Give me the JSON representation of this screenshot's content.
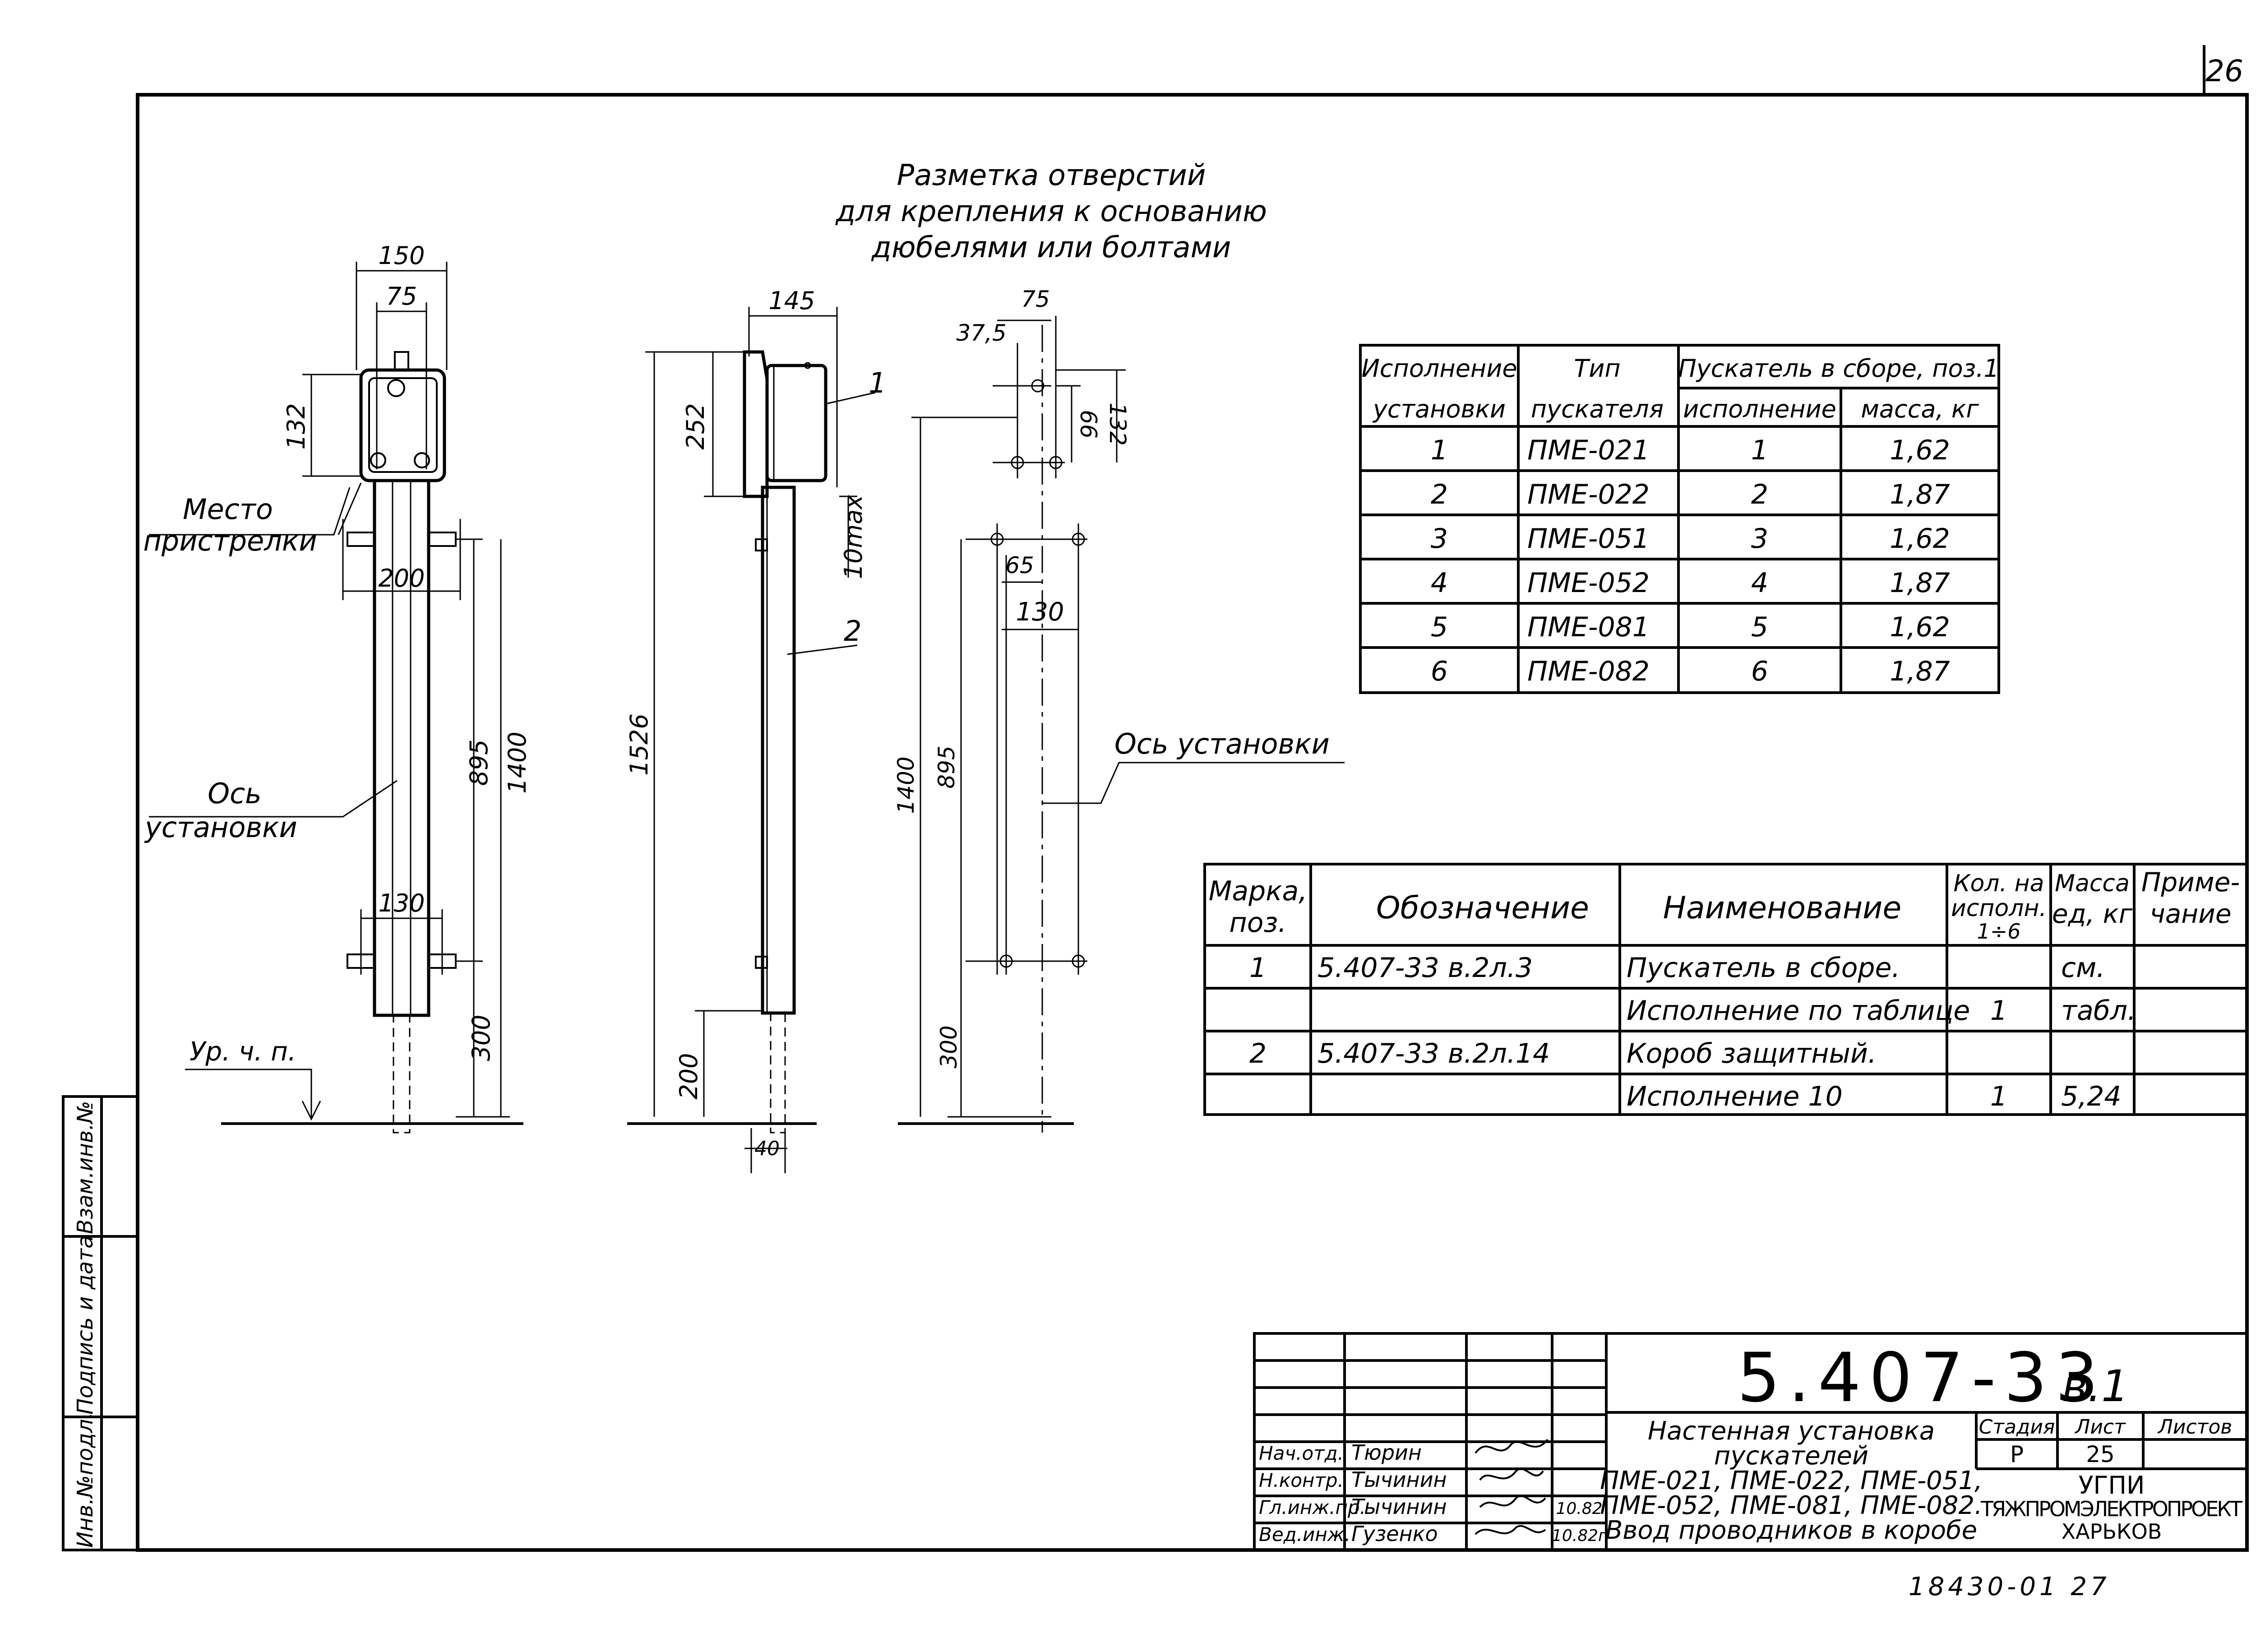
{
  "sheet_number": "26",
  "marking_note": [
    "Разметка отверстий",
    "для крепления к основанию",
    "дюбелями или болтами"
  ],
  "labels": {
    "mesto": "Место",
    "pristrelki": "пристрелки",
    "os": "Ось",
    "ustanovki": "установки",
    "os_ustanovki": "Ось установки",
    "floor_level": "Ур. ч. п.",
    "pos1": "1",
    "pos2": "2"
  },
  "dimensions": {
    "d150": "150",
    "d75a": "75",
    "d132a": "132",
    "d200a": "200",
    "d895a": "895",
    "d1400a": "1400",
    "d130a": "130",
    "d300a": "300",
    "d145": "145",
    "d252": "252",
    "d10max": "10max",
    "d1526": "1526",
    "d200b": "200",
    "d40": "40",
    "d75b": "75",
    "d37_5": "37,5",
    "d66": "66",
    "d132b": "132",
    "d65": "65",
    "d130b": "130",
    "d1400b": "1400",
    "d895b": "895",
    "d300b": "300"
  },
  "variants_table": {
    "header": {
      "col1": [
        "Исполнение",
        "установки"
      ],
      "col2": [
        "Тип",
        "пускателя"
      ],
      "group": "Пускатель в сборе, поз.1",
      "col3": "исполнение",
      "col4": "масса, кг"
    },
    "rows": [
      [
        "1",
        "ПМЕ-021",
        "1",
        "1,62"
      ],
      [
        "2",
        "ПМЕ-022",
        "2",
        "1,87"
      ],
      [
        "3",
        "ПМЕ-051",
        "3",
        "1,62"
      ],
      [
        "4",
        "ПМЕ-052",
        "4",
        "1,87"
      ],
      [
        "5",
        "ПМЕ-081",
        "5",
        "1,62"
      ],
      [
        "6",
        "ПМЕ-082",
        "6",
        "1,87"
      ]
    ]
  },
  "spec_table": {
    "header": {
      "mark": [
        "Марка,",
        "поз."
      ],
      "designation": "Обозначение",
      "name": "Наименование",
      "qty": [
        "Кол. на",
        "исполн.",
        "1÷6"
      ],
      "mass": [
        "Масса",
        "ед, кг"
      ],
      "note": [
        "Приме-",
        "чание"
      ]
    },
    "rows": [
      [
        "1",
        "5.407-33 в.2л.3",
        "Пускатель в сборе.",
        "",
        "см.",
        ""
      ],
      [
        "",
        "",
        "Исполнение по таблице",
        "1",
        "табл.",
        ""
      ],
      [
        "2",
        "5.407-33 в.2л.14",
        "Короб защитный.",
        "",
        "",
        ""
      ],
      [
        "",
        "",
        "Исполнение 10",
        "1",
        "5,24",
        ""
      ]
    ]
  },
  "margin_stamp": [
    "Инв.№подл.",
    "Подпись и дата",
    "Взам.инв.№"
  ],
  "title_block": {
    "doc_code": "5.407-33",
    "doc_vol": "в.1",
    "title_lines": [
      "Настенная установка",
      "пускателей",
      "ПМЕ-021, ПМЕ-022, ПМЕ-051,",
      "ПМЕ-052, ПМЕ-081, ПМЕ-082.",
      "Ввод проводников в коробе"
    ],
    "stage_label": "Стадия",
    "sheet_label": "Лист",
    "sheets_label": "Листов",
    "stage": "Р",
    "sheet": "25",
    "org": [
      "УГПИ",
      "ТЯЖПРОМЭЛЕКТРОПРОЕКТ",
      "ХАРЬКОВ"
    ],
    "signatures": [
      {
        "role": "Нач.отд.",
        "name": "Тюрин",
        "date": ""
      },
      {
        "role": "Н.контр.",
        "name": "Тычинин",
        "date": ""
      },
      {
        "role": "Гл.инж.пр.",
        "name": "Тычинин",
        "date": "10.82"
      },
      {
        "role": "Вед.инж.",
        "name": "Гузенко",
        "date": "10.82г"
      }
    ]
  },
  "footer_code": "18430-01  27"
}
